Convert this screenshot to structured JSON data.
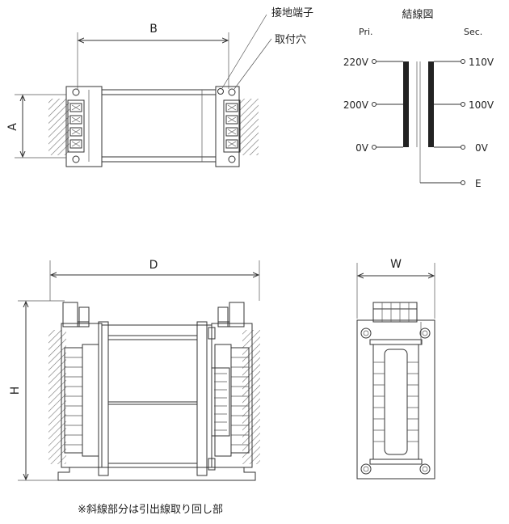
{
  "dims": {
    "b": "B",
    "a": "A",
    "d": "D",
    "h": "H",
    "w": "W"
  },
  "callouts": {
    "ground_terminal": "接地端子",
    "mount_hole": "取付穴"
  },
  "wiring": {
    "title": "結線図",
    "primary": "Pri.",
    "secondary": "Sec.",
    "pri_taps": [
      "220V",
      "200V",
      "0V"
    ],
    "sec_taps": [
      "110V",
      "100V",
      "0V"
    ],
    "earth": "E"
  },
  "footnote": "※斜線部分は引出線取り回し部",
  "colors": {
    "line": "#333333",
    "hatch": "#777777",
    "core": "#222222"
  }
}
